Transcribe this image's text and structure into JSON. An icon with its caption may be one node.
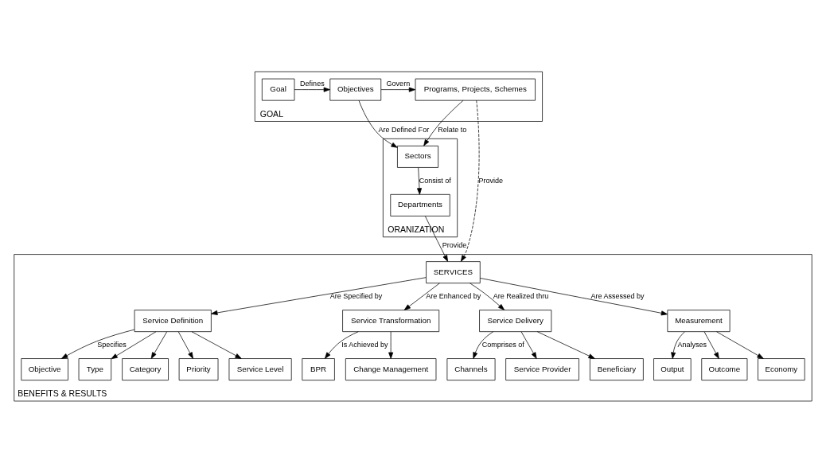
{
  "diagram": {
    "nodes": [
      {
        "text": [
          "GOAL"
        ]
      },
      {
        "text": [
          "Goal"
        ],
        "in": 0
      },
      {
        "text": [
          "Objectives"
        ],
        "in": 0
      },
      {
        "text": [
          "Programs, Projects, Schemes"
        ],
        "in": 0
      },
      {
        "text": [
          "ORANIZATION"
        ]
      },
      {
        "text": [
          "Sectors"
        ],
        "in": 4
      },
      {
        "text": [
          "Departments"
        ],
        "in": 4
      },
      {
        "text": [
          "BENEFITS & RESULTS"
        ]
      },
      {
        "text": [
          "SERVICES"
        ],
        "in": 7
      },
      {
        "text": [
          "Service Definition"
        ],
        "in": 7
      },
      {
        "text": [
          "Service Transformation"
        ],
        "in": 7
      },
      {
        "text": [
          "Service Delivery"
        ],
        "in": 7
      },
      {
        "text": [
          "Measurement"
        ],
        "in": 7
      },
      {
        "text": [
          "Objective"
        ],
        "in": 7
      },
      {
        "text": [
          "Type"
        ],
        "in": 7
      },
      {
        "text": [
          "Category"
        ],
        "in": 7
      },
      {
        "text": [
          "Priority"
        ],
        "in": 7
      },
      {
        "text": [
          "Service Level"
        ],
        "in": 7
      },
      {
        "text": [
          "BPR"
        ],
        "in": 7
      },
      {
        "text": [
          "Change Management"
        ],
        "in": 7
      },
      {
        "text": [
          "Channels"
        ],
        "in": 7
      },
      {
        "text": [
          "Service Provider"
        ],
        "in": 7
      },
      {
        "text": [
          "Beneficiary"
        ],
        "in": 7
      },
      {
        "text": [
          "Output"
        ],
        "in": 7
      },
      {
        "text": [
          "Outcome"
        ],
        "in": 7
      },
      {
        "text": [
          "Economy"
        ],
        "in": 7
      }
    ],
    "edges": [
      {
        "from": 1,
        "to": 2,
        "arrow": "to",
        "label": "Defines"
      },
      {
        "from": 2,
        "to": 3,
        "arrow": "to",
        "label": "Govern"
      },
      {
        "from": 2,
        "to": 5,
        "arrow": "to",
        "label": "Are Defined For"
      },
      {
        "from": 3,
        "to": 5,
        "arrow": "to",
        "label": "Relate to"
      },
      {
        "from": 5,
        "to": 6,
        "arrow": "to",
        "label": "Consist of"
      },
      {
        "from": 6,
        "to": 8,
        "arrow": "to",
        "label": "Provide"
      },
      {
        "from": 3,
        "to": 8,
        "arrow": "to",
        "label": "Provide",
        "style": "dashed"
      },
      {
        "from": 8,
        "to": 9,
        "arrow": "to",
        "label": "Are Specified by"
      },
      {
        "from": 8,
        "to": 10,
        "arrow": "to",
        "label": "Are Enhanced by"
      },
      {
        "from": 8,
        "to": 11,
        "arrow": "to",
        "label": "Are Realized thru"
      },
      {
        "from": 8,
        "to": 12,
        "arrow": "to",
        "label": "Are Assessed by"
      },
      {
        "from": 9,
        "to": 13,
        "arrow": "to",
        "label": "Specifies"
      },
      {
        "from": 9,
        "to": 14,
        "arrow": "to"
      },
      {
        "from": 9,
        "to": 15,
        "arrow": "to"
      },
      {
        "from": 9,
        "to": 16,
        "arrow": "to"
      },
      {
        "from": 9,
        "to": 17,
        "arrow": "to"
      },
      {
        "from": 10,
        "to": 18,
        "arrow": "to",
        "label": "Is Achieved by"
      },
      {
        "from": 10,
        "to": 19,
        "arrow": "to"
      },
      {
        "from": 11,
        "to": 20,
        "arrow": "to",
        "label": "Comprises of"
      },
      {
        "from": 11,
        "to": 21,
        "arrow": "to"
      },
      {
        "from": 11,
        "to": 22,
        "arrow": "to"
      },
      {
        "from": 12,
        "to": 23,
        "arrow": "to",
        "label": "Analyses"
      },
      {
        "from": 12,
        "to": 24,
        "arrow": "to"
      },
      {
        "from": 12,
        "to": 25,
        "arrow": "to"
      }
    ]
  }
}
